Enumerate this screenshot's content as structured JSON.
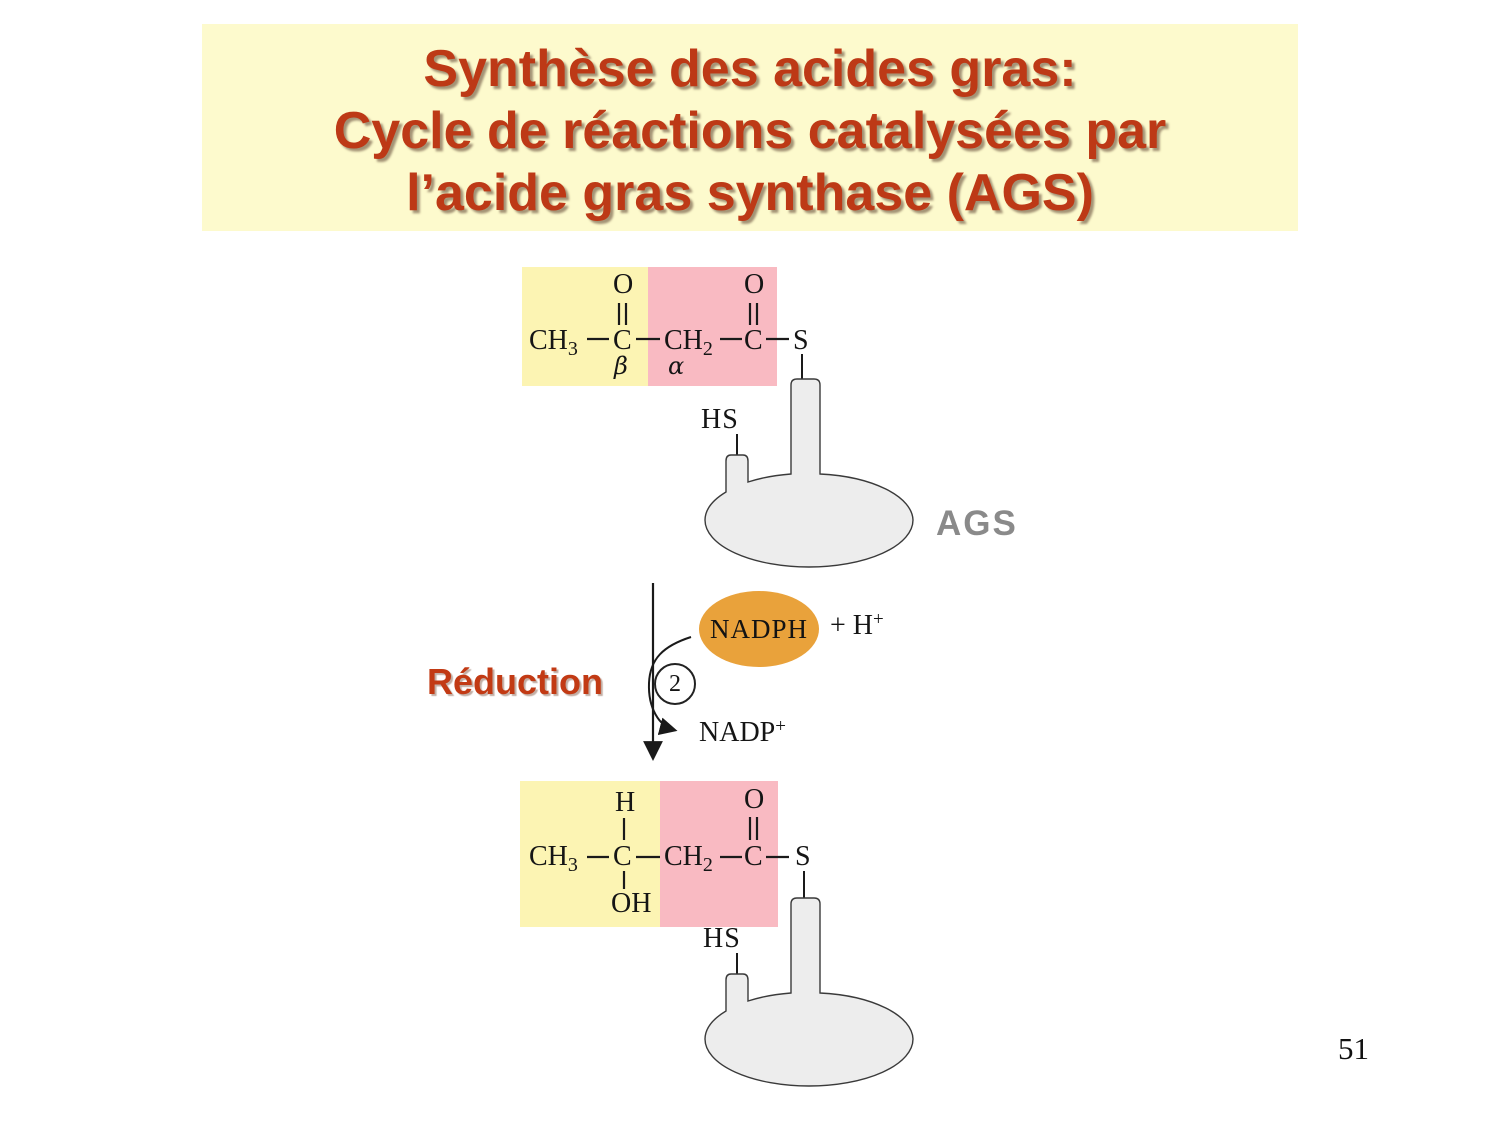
{
  "title": {
    "line1": "Synthèse des acides gras:",
    "line2": "Cycle de réactions catalysées par",
    "line3": "l’acide gras synthase (AGS)"
  },
  "page_number": "51",
  "reaction": {
    "step_label": "Réduction",
    "step_number": "2",
    "cofactor_in": "NADPH",
    "plus_h": "+ H",
    "plus_h_sup": "+",
    "product": "NADP",
    "product_sup": "+"
  },
  "enzyme": {
    "name": "AGS",
    "thiol_top": "HS",
    "thiol_bottom": "HS"
  },
  "molecule_top": {
    "methyl": "CH",
    "methyl_sub": "3",
    "carbon_beta": "C",
    "beta": "β",
    "oxygen_beta": "O",
    "methylene": "CH",
    "methylene_sub": "2",
    "alpha": "α",
    "carbon_acyl": "C",
    "oxygen_acyl": "O",
    "sulfur": "S"
  },
  "molecule_bottom": {
    "methyl": "CH",
    "methyl_sub": "3",
    "hydrogen": "H",
    "carbon_beta": "C",
    "hydroxyl": "OH",
    "methylene": "CH",
    "methylene_sub": "2",
    "carbon_acyl": "C",
    "oxygen_acyl": "O",
    "sulfur": "S"
  },
  "colors": {
    "title_bg": "#fdfacd",
    "title_text": "#bd3916",
    "highlight_yellow": "#fcf4b3",
    "highlight_pink": "#f9bac2",
    "nadph_orange": "#e9a23b",
    "enzyme_fill": "#ededed",
    "enzyme_outline": "#3a3a3a",
    "enzyme_label_gray": "#8a8a8a",
    "reduction_red": "#c23a14"
  }
}
